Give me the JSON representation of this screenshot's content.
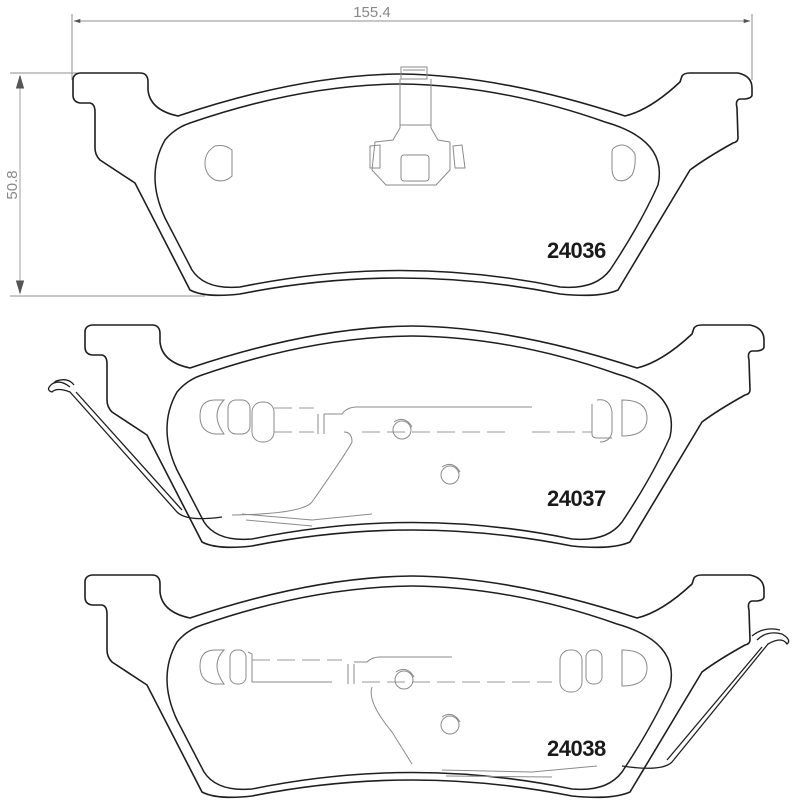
{
  "drawing": {
    "dimensions": {
      "width_value": "155.4",
      "height_value": "50.8"
    },
    "parts": [
      {
        "label": "24036",
        "feature": "wear sensor connector",
        "spring": "none"
      },
      {
        "label": "24037",
        "feature": "shim with wear indicator",
        "spring": "left"
      },
      {
        "label": "24038",
        "feature": "shim with wear indicator",
        "spring": "right"
      }
    ],
    "colors": {
      "outline": "#1e1e1e",
      "dimension_line": "#8f8f8f",
      "background": "#ffffff"
    }
  }
}
